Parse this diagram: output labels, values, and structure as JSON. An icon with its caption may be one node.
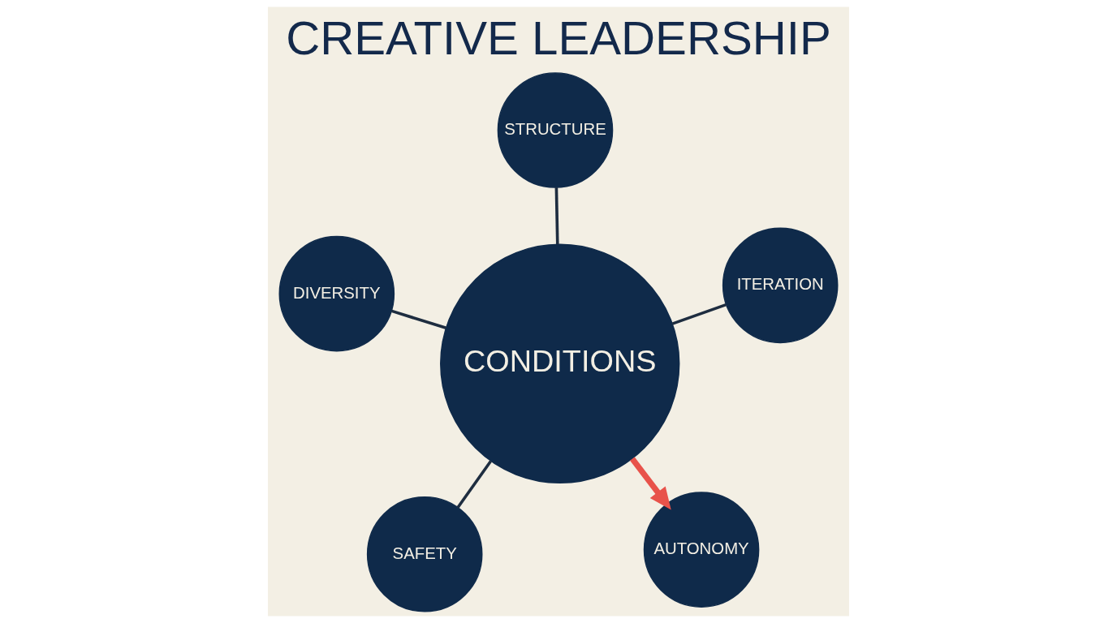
{
  "diagram": {
    "title": "CREATIVE LEADERSHIP",
    "nodes": [
      {
        "text": [
          "SAFETY"
        ]
      },
      {
        "text": [
          "AUTONOMY"
        ]
      },
      {
        "text": [
          "CONDITIONS"
        ]
      },
      {
        "text": [
          "STRUCTURE"
        ]
      },
      {
        "text": [
          "ITERATION"
        ]
      },
      {
        "text": [
          "DIVERSITY"
        ]
      }
    ],
    "edges": [
      {
        "from": 2,
        "to": 0,
        "arrow": "none"
      },
      {
        "from": 2,
        "to": 1,
        "arrow": "to",
        "style": "thick",
        "color": "#e8524a"
      },
      {
        "from": 2,
        "to": 3,
        "arrow": "none"
      },
      {
        "from": 2,
        "to": 4,
        "arrow": "none"
      },
      {
        "from": 2,
        "to": 5,
        "arrow": "none"
      }
    ]
  }
}
